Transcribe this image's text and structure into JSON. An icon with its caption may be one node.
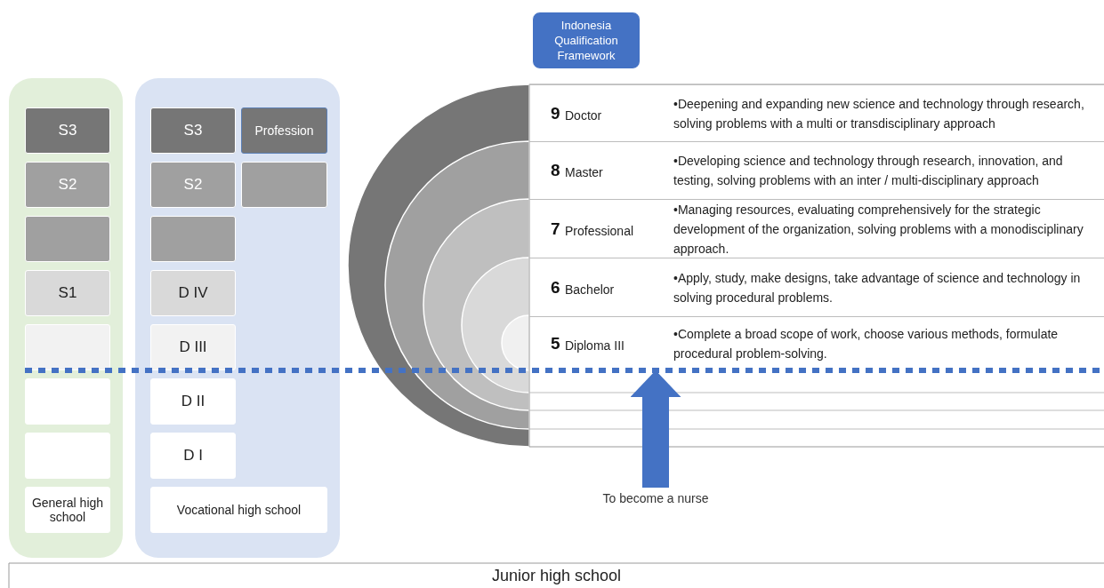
{
  "diagram": {
    "nodes": [
      {
        "text": [],
        "shape": "box"
      },
      {
        "text": [
          "S3"
        ],
        "in": 0
      },
      {
        "text": [
          "S2"
        ],
        "in": 0
      },
      {
        "text": [],
        "shape": "box",
        "in": 0
      },
      {
        "text": [
          "S1"
        ],
        "in": 0
      },
      {
        "text": [],
        "shape": "box",
        "in": 0
      },
      {
        "text": [],
        "shape": "box",
        "in": 0
      },
      {
        "text": [],
        "shape": "box",
        "in": 0
      },
      {
        "text": [
          "General high school"
        ],
        "in": 0
      },
      {
        "text": [],
        "shape": "box"
      },
      {
        "text": [
          "S3"
        ],
        "in": 9
      },
      {
        "text": [
          "Profession"
        ],
        "in": 9
      },
      {
        "text": [
          "S2"
        ],
        "in": 9
      },
      {
        "text": [],
        "shape": "box",
        "in": 9
      },
      {
        "text": [],
        "shape": "box",
        "in": 9
      },
      {
        "text": [
          "D IV"
        ],
        "in": 9
      },
      {
        "text": [
          "D III"
        ],
        "in": 9
      },
      {
        "text": [
          "D II"
        ],
        "in": 9
      },
      {
        "text": [
          "D I"
        ],
        "in": 9
      },
      {
        "text": [
          "Vocational high school"
        ],
        "in": 9
      },
      {
        "text": [
          "Indonesia Qualification Framework"
        ]
      },
      {
        "text": [
          "9",
          "Doctor",
          "•Deepening and expanding new science and technology through research, solving problems with a multi or transdisciplinary approach"
        ]
      },
      {
        "text": [
          "8",
          "Master",
          "•Developing science and technology through research, innovation, and testing, solving problems with an inter / multi-disciplinary approach"
        ]
      },
      {
        "text": [
          "7",
          "Professional",
          "•Managing resources, evaluating comprehensively for the strategic development of the organization, solving problems with a monodisciplinary approach."
        ]
      },
      {
        "text": [
          "6",
          "Bachelor",
          "•Apply, study, make designs, take advantage of science and technology in solving procedural problems."
        ]
      },
      {
        "text": [
          "5",
          "Diploma III",
          "•Complete a broad scope of work, choose various methods, formulate procedural problem-solving."
        ]
      },
      {
        "text": [
          "To become a nurse"
        ]
      }
    ],
    "edges": [
      {
        "from": 26,
        "to": 25,
        "arrow": "to",
        "color": "#4472c4"
      }
    ],
    "labels": [
      "Junior high school"
    ]
  }
}
